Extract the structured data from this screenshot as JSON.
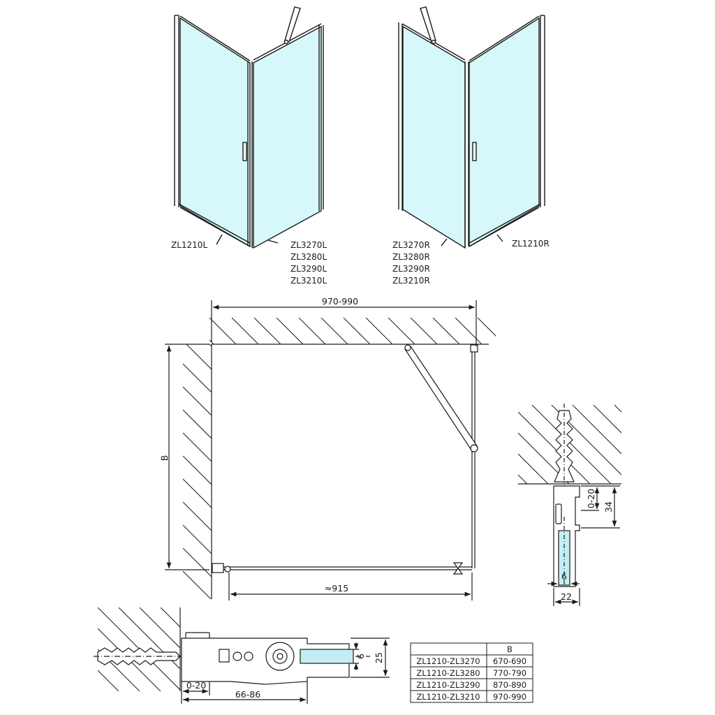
{
  "top_left_view": {
    "label_frame": "ZL1210L",
    "labels_door": [
      "ZL3270L",
      "ZL3280L",
      "ZL3290L",
      "ZL3210L"
    ]
  },
  "top_right_view": {
    "labels_door": [
      "ZL3270R",
      "ZL3280R",
      "ZL3290R",
      "ZL3210R"
    ],
    "label_frame": "ZL1210R"
  },
  "plan_view": {
    "width_dim": "970-990",
    "depth_dim": "B",
    "door_dim": "≈915"
  },
  "profile_detail": {
    "dim_adjust": "0-20",
    "dim_height": "34",
    "dim_glass": "6",
    "dim_width": "22"
  },
  "bottom_detail": {
    "dim_glass": "6",
    "dim_height": "25",
    "dim_adjust": "0-20",
    "dim_length": "66-86"
  },
  "table": {
    "header": [
      "",
      "B"
    ],
    "rows": [
      [
        "ZL1210-ZL3270",
        "670-690"
      ],
      [
        "ZL1210-ZL3280",
        "770-790"
      ],
      [
        "ZL1210-ZL3290",
        "870-890"
      ],
      [
        "ZL1210-ZL3210",
        "970-990"
      ]
    ]
  },
  "colors": {
    "glass": "#d6f8fb",
    "glass_detail": "#c4eef4",
    "line": "#1a1a1a"
  }
}
